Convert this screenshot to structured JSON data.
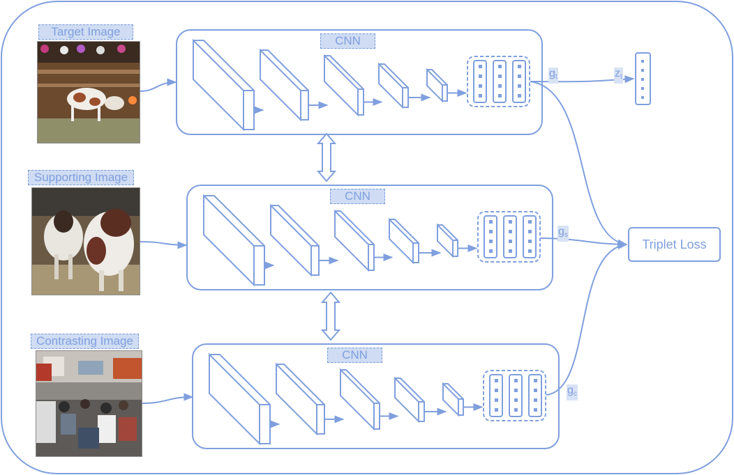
{
  "labels": {
    "target_image": "Target Image",
    "supporting_image": "Supporting Image",
    "contrasting_image": "Contrasting Image",
    "cnn": "CNN",
    "triplet_loss": "Triplet Loss"
  },
  "features": {
    "g_t": {
      "base": "g",
      "sub": "t"
    },
    "g_s": {
      "base": "g",
      "sub": "s"
    },
    "g_c": {
      "base": "g",
      "sub": "c"
    },
    "z_t": {
      "base": "z",
      "sub": "t"
    }
  },
  "photos": {
    "target": "barn-cows-photo",
    "supporting": "two-cows-photo",
    "contrasting": "street-crowd-photo"
  },
  "colors": {
    "line": "#7f9fde",
    "label_fill": "#cfdcf3"
  }
}
